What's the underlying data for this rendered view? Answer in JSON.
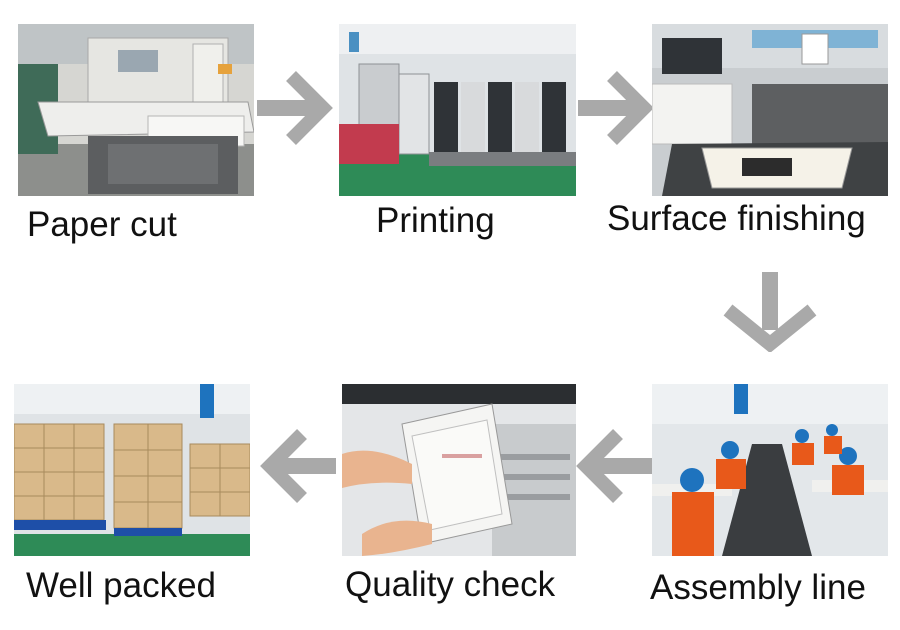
{
  "steps": [
    {
      "label": "Paper cut",
      "photo_icon": "paper-cutting-machine-icon"
    },
    {
      "label": "Printing",
      "photo_icon": "offset-printing-press-icon"
    },
    {
      "label": "Surface finishing",
      "photo_icon": "laminating-machine-icon"
    },
    {
      "label": "Assembly line",
      "photo_icon": "workers-assembly-line-icon"
    },
    {
      "label": "Quality check",
      "photo_icon": "inspecting-folders-icon"
    },
    {
      "label": "Well packed",
      "photo_icon": "stacked-cartons-icon"
    }
  ],
  "colors": {
    "arrow": "#a9a9a9",
    "factory_floor": "#2e8b57",
    "worker_uniform": "#e8591a",
    "worker_cap": "#1e73be",
    "carton": "#d9b98a"
  }
}
